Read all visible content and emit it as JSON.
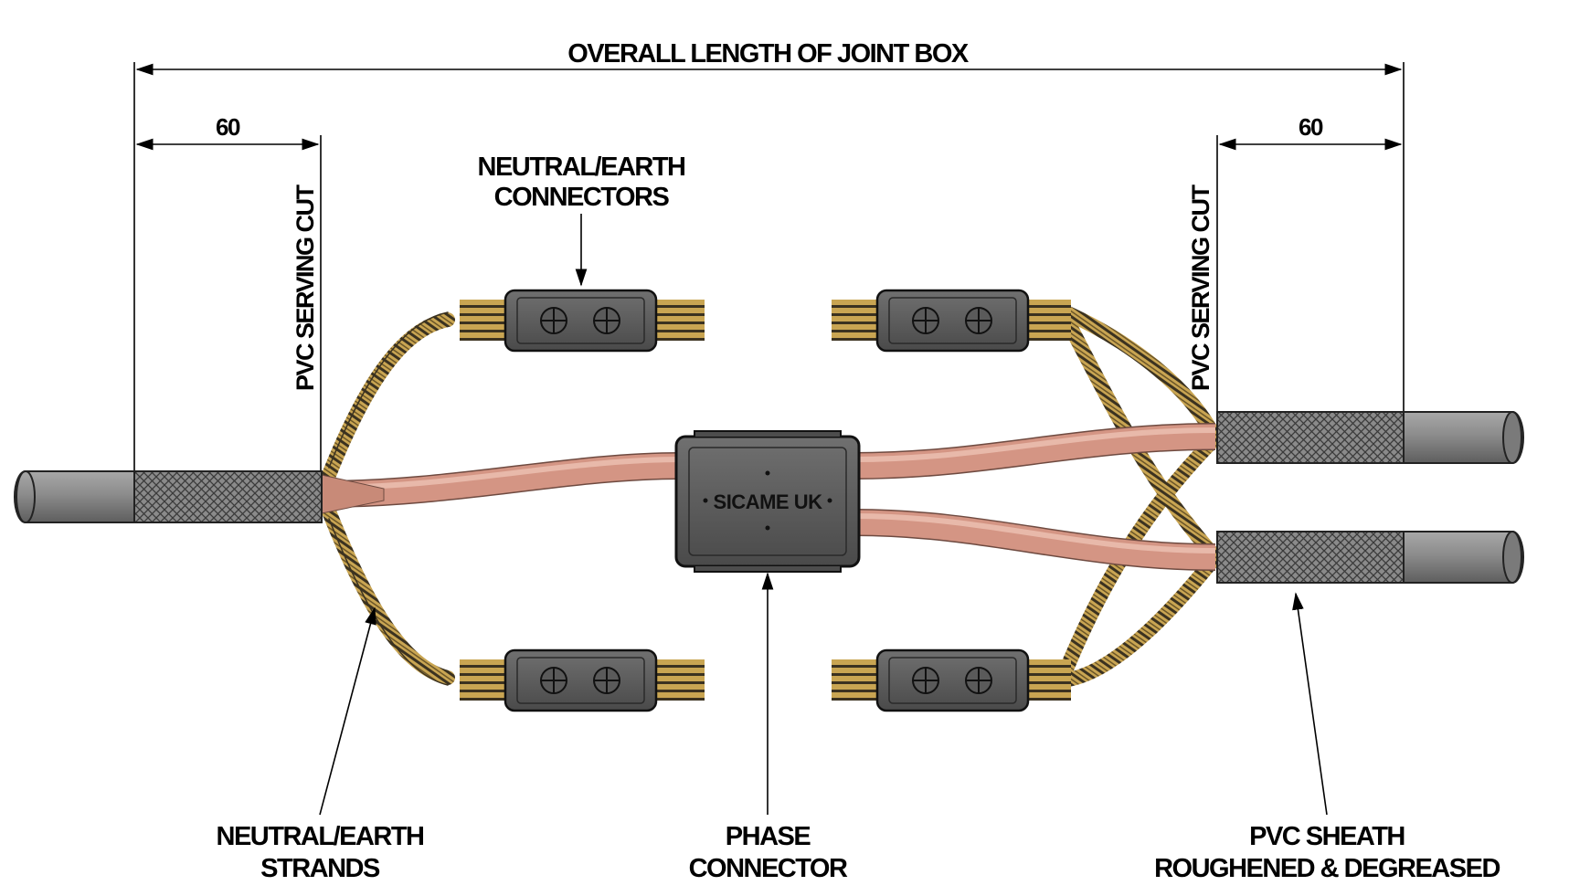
{
  "diagram": {
    "dimension_overall": "OVERALL LENGTH OF JOINT BOX",
    "dimension_left": "60",
    "dimension_right": "60",
    "serving_cut_left": "PVC SERVING CUT",
    "serving_cut_right": "PVC SERVING CUT",
    "neutral_earth_connectors": [
      "NEUTRAL/EARTH",
      "CONNECTORS"
    ],
    "neutral_earth_strands": [
      "NEUTRAL/EARTH",
      "STRANDS"
    ],
    "phase_connector": [
      "PHASE",
      "CONNECTOR"
    ],
    "pvc_sheath": [
      "PVC SHEATH",
      "ROUGHENED & DEGREASED"
    ],
    "connector_brand": "SICAME UK"
  },
  "colors": {
    "cable_sheath": "#8a8a8a",
    "phase_conductor": "#d49584",
    "strand_gold": "#c9a552",
    "strand_dark": "#3b3220",
    "connector_body": "#555555"
  }
}
